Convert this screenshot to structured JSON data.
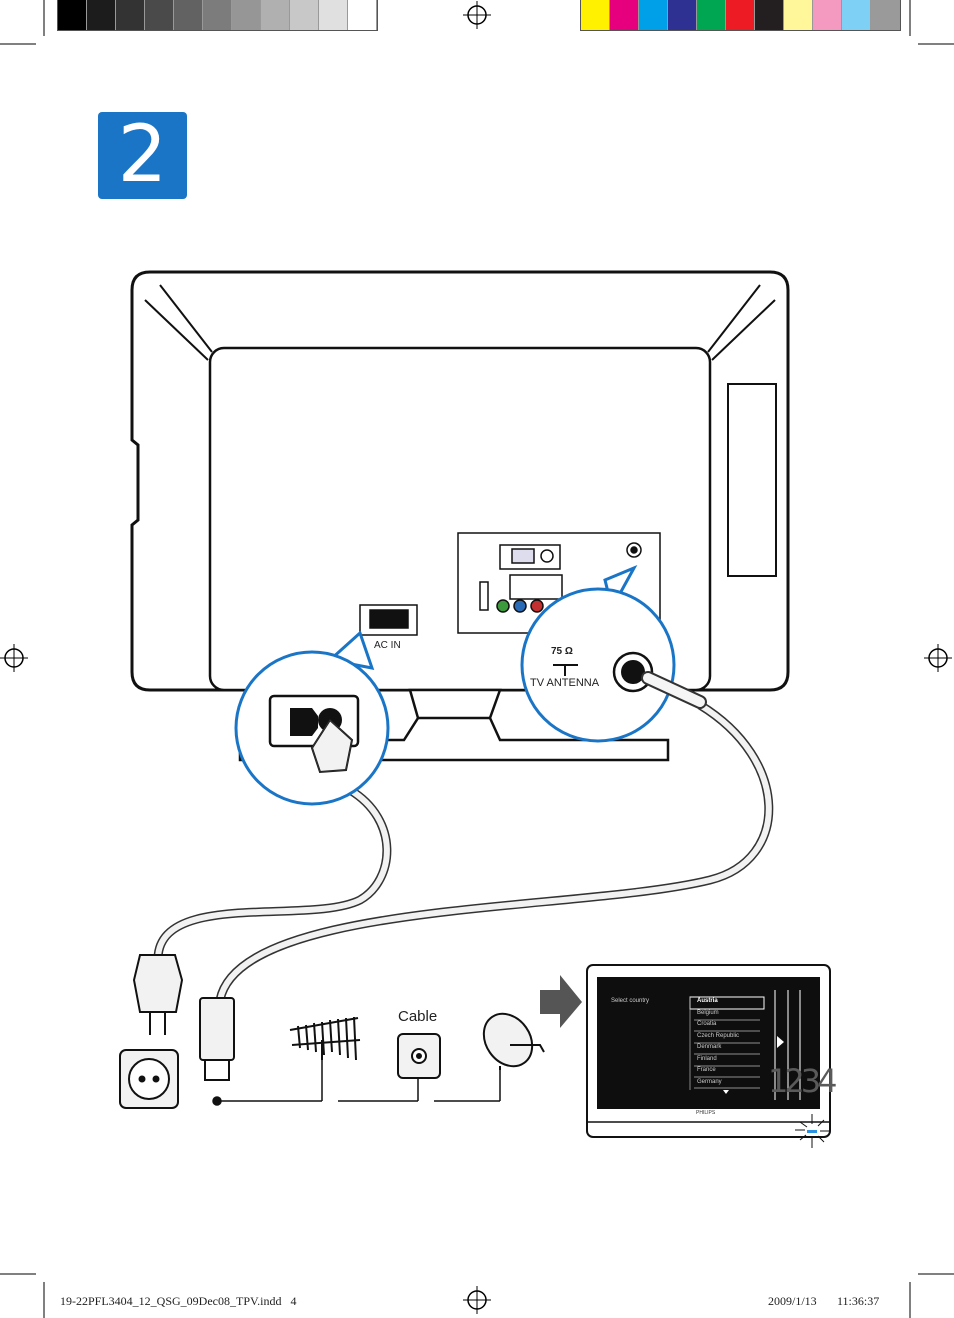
{
  "step_number": "2",
  "color_bar": {
    "grayscale": [
      "#000000",
      "#1c1c1c",
      "#333333",
      "#4a4a4a",
      "#626262",
      "#7c7c7c",
      "#969696",
      "#b0b0b0",
      "#c8c8c8",
      "#e0e0e0",
      "#ffffff"
    ],
    "colors": [
      "#fff100",
      "#e6007e",
      "#00a0e9",
      "#2e3192",
      "#00a651",
      "#ed1c24",
      "#231f20",
      "#fff799",
      "#f49ac1",
      "#7fd0f5",
      "#9a9a9a"
    ]
  },
  "labels": {
    "ac_in": "AC IN",
    "ohm": "75 Ω",
    "tv_antenna": "TV ANTENNA",
    "cable": "Cable"
  },
  "screen": {
    "heading": "Select country",
    "countries": [
      "Austria",
      "Belgium",
      "Croatia",
      "Czech Republic",
      "Denmark",
      "Finland",
      "France",
      "Germany"
    ],
    "selected": "Austria",
    "number": "1234",
    "brand": "PHILIPS"
  },
  "footer": {
    "file": "19-22PFL3404_12_QSG_09Dec08_TPV.indd   4",
    "date": "2009/1/13",
    "time": "11:36:37"
  }
}
